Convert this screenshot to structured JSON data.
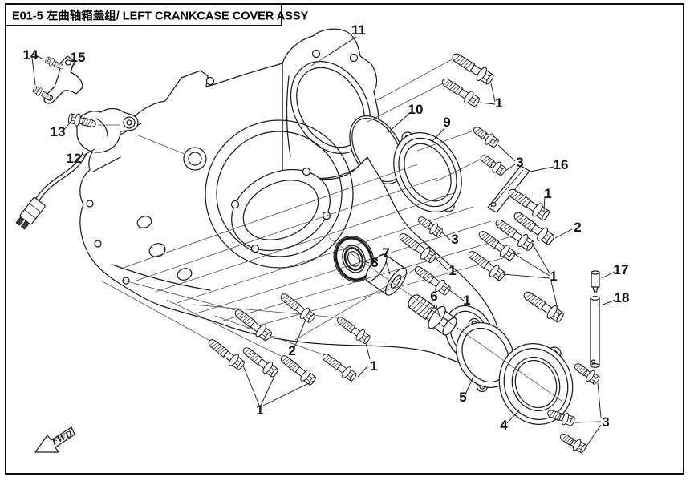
{
  "title_block": {
    "text": "E01-5 左曲轴箱盖组/ LEFT CRANKCASE COVER ASSY"
  },
  "direction_marker": {
    "label": "FWD"
  },
  "callouts": {
    "1": "1",
    "2": "2",
    "3": "3",
    "4": "4",
    "5": "5",
    "6": "6",
    "7": "7",
    "8": "8",
    "9": "9",
    "10": "10",
    "11": "11",
    "12": "12",
    "13": "13",
    "14": "14",
    "15": "15",
    "16": "16",
    "17": "17",
    "18": "18"
  },
  "colors": {
    "line": "#1d1d1d",
    "background": "#ffffff"
  }
}
